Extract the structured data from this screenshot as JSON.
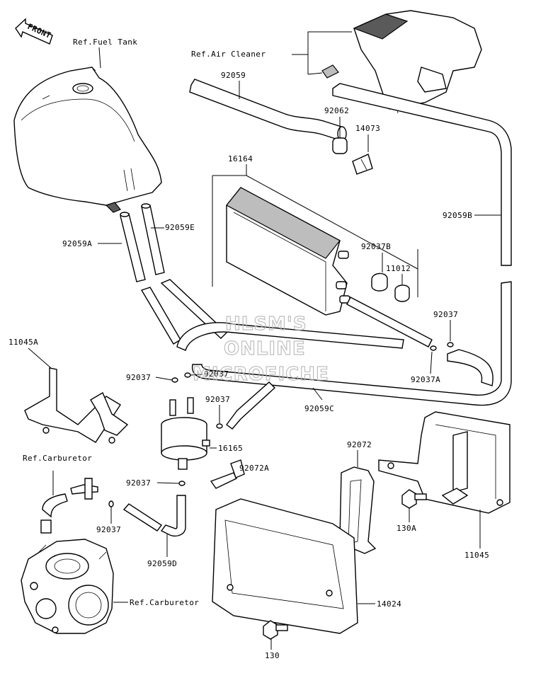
{
  "front_arrow": {
    "text": "FRONT"
  },
  "refs": {
    "fuel_tank": "Ref.Fuel Tank",
    "air_cleaner": "Ref.Air Cleaner",
    "carburetor_top": "Ref.Carburetor",
    "carburetor_bottom": "Ref.Carburetor"
  },
  "parts": {
    "p92059": "92059",
    "p92062": "92062",
    "p14073": "14073",
    "p16164": "16164",
    "p92059B": "92059B",
    "p92059E": "92059E",
    "p92059A": "92059A",
    "p92037B": "92037B",
    "p11012": "11012",
    "p92037_right": "92037",
    "p11045A": "11045A",
    "p92037_l1": "92037",
    "p92037_l2": "92037",
    "p92037_l3": "92037",
    "p92037A": "92037A",
    "p92059C": "92059C",
    "p16165": "16165",
    "p92072": "92072",
    "p92072A": "92072A",
    "p92037_l4": "92037",
    "p92037_l5": "92037",
    "p92059D": "92059D",
    "p130A": "130A",
    "p11045": "11045",
    "p14024": "14024",
    "p130": "130"
  },
  "watermark": {
    "line1": "HLSM'S",
    "line2": "ONLINE",
    "line3": "MICROFICHE"
  }
}
